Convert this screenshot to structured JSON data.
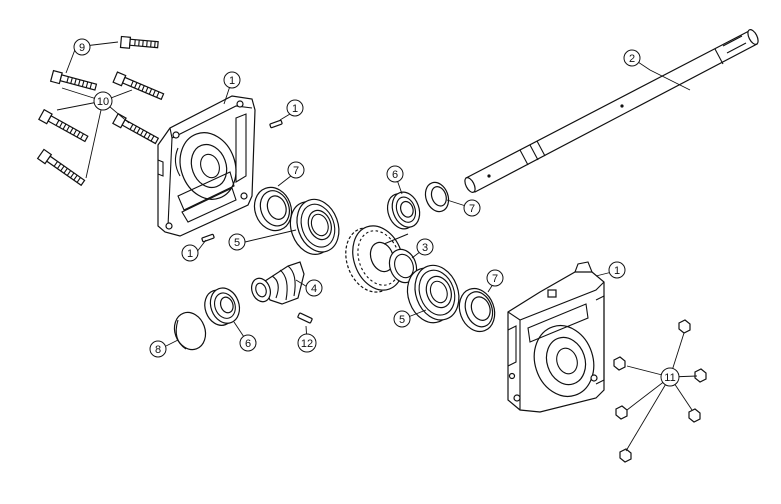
{
  "diagram": {
    "callouts": [
      "1",
      "1",
      "1",
      "1",
      "2",
      "3",
      "4",
      "5",
      "5",
      "6",
      "6",
      "7",
      "7",
      "7",
      "8",
      "9",
      "10",
      "11",
      "12"
    ]
  }
}
